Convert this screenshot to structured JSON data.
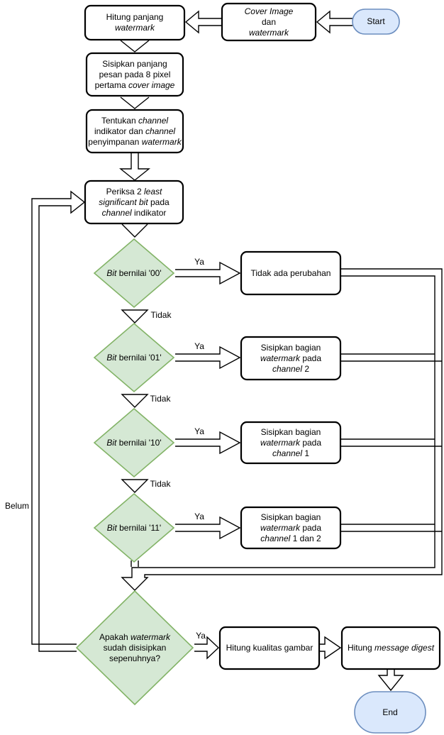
{
  "colors": {
    "diamond-fill": "#d5e8d4",
    "diamond-border": "#82b366",
    "terminal-fill": "#dae8fc",
    "terminal-border": "#6c8ebf",
    "box-border": "#000000"
  },
  "nodes": {
    "start": {
      "label": "Start"
    },
    "end": {
      "label": "End"
    },
    "cover_image": {
      "runs": [
        "Cover Image",
        "dan",
        "watermark"
      ]
    },
    "hitung_panjang": {
      "runs": [
        "Hitung panjang",
        "watermark"
      ]
    },
    "sisipkan_panjang": {
      "runs": [
        "Sisipkan panjang",
        "pesan pada 8 pixel",
        "pertama ",
        "cover image"
      ]
    },
    "tentukan_channel": {
      "runs": [
        "Tentukan ",
        "channel",
        "indikator dan ",
        "channel",
        "penyimpanan ",
        "watermark"
      ]
    },
    "periksa_bit": {
      "runs": [
        "Periksa 2 ",
        "least",
        "significant bit",
        " pada",
        "channel",
        " indikator"
      ]
    },
    "bit_00": {
      "runs": [
        "Bit",
        " bernilai '00'"
      ]
    },
    "bit_01": {
      "runs": [
        "Bit",
        " bernilai '01'"
      ]
    },
    "bit_10": {
      "runs": [
        "Bit",
        " bernilai '10'"
      ]
    },
    "bit_11": {
      "runs": [
        "Bit",
        " bernilai '11'"
      ]
    },
    "tidak_ada_perubahan": {
      "label": "Tidak ada perubahan"
    },
    "sisip_channel2": {
      "runs": [
        "Sisipkan bagian",
        "watermark",
        " pada",
        "channel",
        " 2"
      ]
    },
    "sisip_channel1": {
      "runs": [
        "Sisipkan bagian",
        "watermark",
        " pada",
        "channel",
        " 1"
      ]
    },
    "sisip_channel12": {
      "runs": [
        "Sisipkan bagian",
        "watermark",
        " pada",
        "channel",
        " 1 dan 2"
      ]
    },
    "apakah_selesai": {
      "runs": [
        "Apakah ",
        "watermark",
        "sudah disisipkan",
        "sepenuhnya?"
      ]
    },
    "hitung_kualitas": {
      "label": "Hitung kualitas gambar"
    },
    "hitung_digest": {
      "runs": [
        "Hitung ",
        "message digest"
      ]
    }
  },
  "edge_labels": {
    "ya": "Ya",
    "tidak": "Tidak",
    "belum": "Belum"
  }
}
